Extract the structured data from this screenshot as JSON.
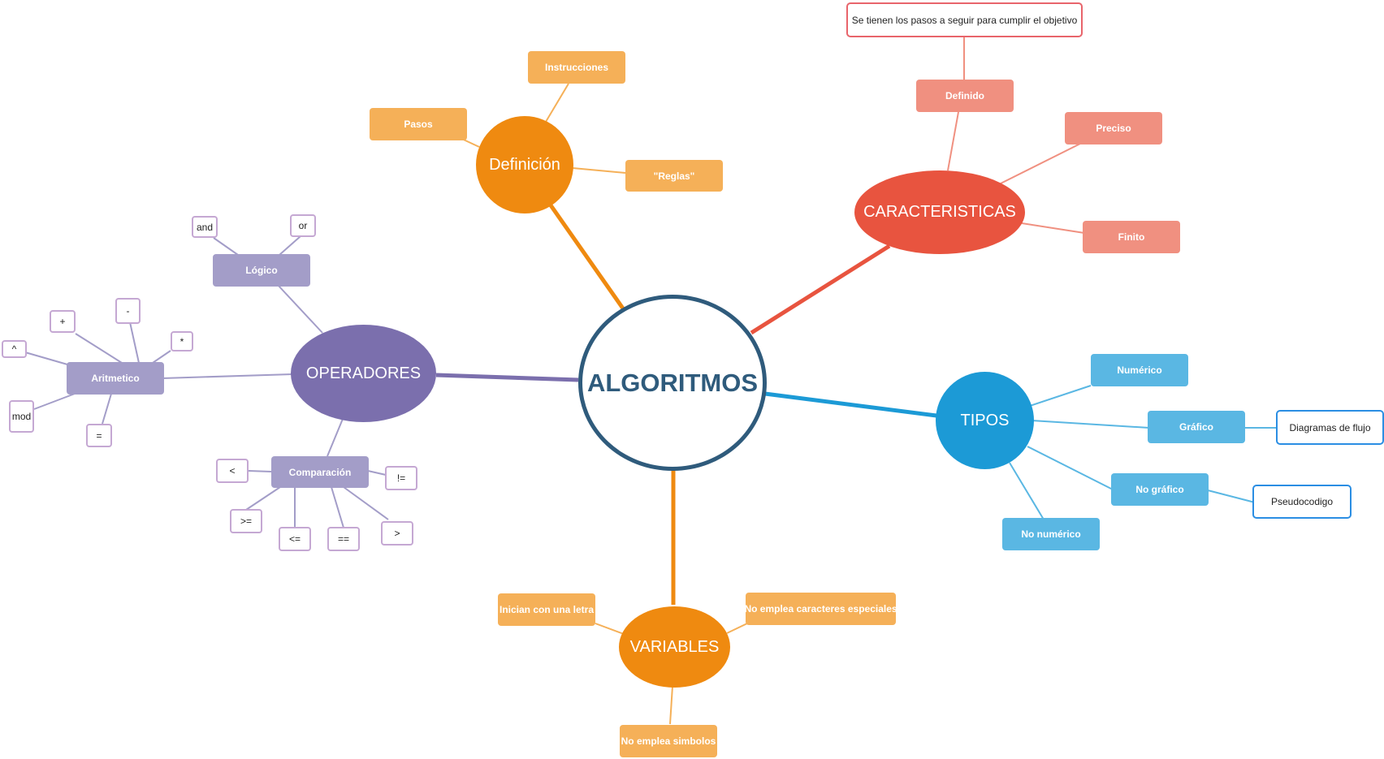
{
  "colors": {
    "center_border": "#2f5b7c",
    "definicion": "#ef8a10",
    "definicion_light": "#f5b058",
    "caracteristicas": "#e8543f",
    "caracteristicas_light": "#f09080",
    "tipos": "#1c9ad6",
    "tipos_light": "#5ab7e3",
    "variables": "#ef8a10",
    "variables_light": "#f5b058",
    "operadores": "#7b6fad",
    "operadores_light": "#a39dc8",
    "operator_leaf_border": "#c5a8d3",
    "note_red_border": "#e8646b",
    "note_blue_border": "#2b8ee3"
  },
  "center": {
    "label": "ALGORITMOS"
  },
  "definicion": {
    "label": "Definición",
    "children": [
      "Pasos",
      "Instrucciones",
      "\"Reglas\""
    ]
  },
  "caracteristicas": {
    "label": "CARACTERISTICAS",
    "children": [
      "Definido",
      "Preciso",
      "Finito"
    ],
    "definido_note": "Se tienen los pasos a seguir para cumplir el objetivo"
  },
  "tipos": {
    "label": "TIPOS",
    "children": [
      "Numérico",
      "Gráfico",
      "No gráfico",
      "No numérico"
    ],
    "grafico_note": "Diagramas de flujo",
    "no_grafico_note": "Pseudocodigo"
  },
  "variables": {
    "label": "VARIABLES",
    "children": [
      "Inician con una letra",
      "No emplea caracteres especiales",
      "No emplea simbolos"
    ]
  },
  "operadores": {
    "label": "OPERADORES",
    "logico": {
      "label": "Lógico",
      "ops": [
        "and",
        "or"
      ]
    },
    "aritmetico": {
      "label": "Aritmetico",
      "ops": [
        "+",
        "-",
        "*",
        "^",
        "mod",
        "="
      ]
    },
    "comparacion": {
      "label": "Comparación",
      "ops": [
        "<",
        "!=",
        ">=",
        "<=",
        "==",
        ">"
      ]
    }
  }
}
